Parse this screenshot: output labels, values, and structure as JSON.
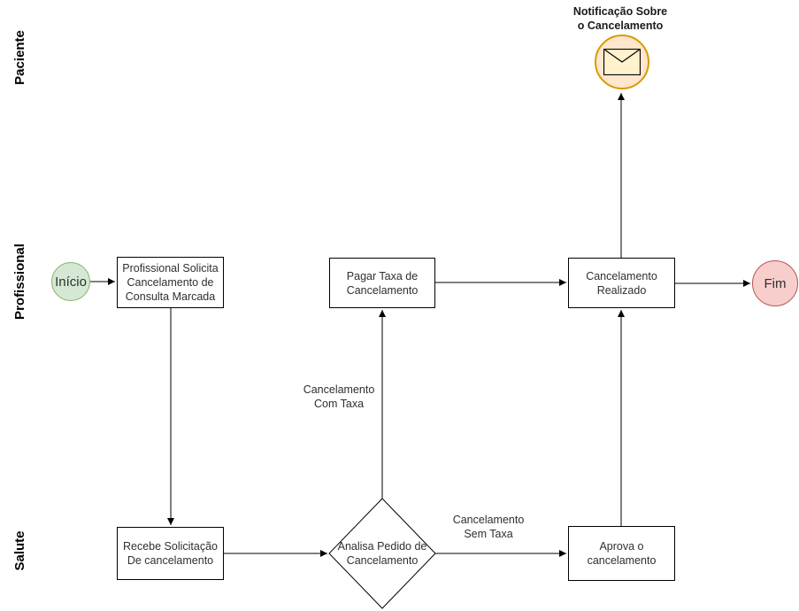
{
  "colors": {
    "background": "#ffffff",
    "shape_border": "#000000",
    "start_fill": "#d5e8d4",
    "start_stroke": "#82b366",
    "end_fill": "#f8cecc",
    "end_stroke": "#b85450",
    "message_fill": "#ffe6cc",
    "message_stroke": "#d79b00",
    "envelope_fill": "#fff2cc",
    "text": "#2f2f2f",
    "line": "#000000"
  },
  "lanes": [
    {
      "label": "Paciente"
    },
    {
      "label": "Profissional"
    },
    {
      "label": "Salute"
    }
  ],
  "nodes": {
    "start": {
      "type": "start-event",
      "label": "Início"
    },
    "request_cancellation": {
      "type": "task",
      "label": "Profissional Solicita\nCancelamento de\nConsulta Marcada"
    },
    "pay_fee": {
      "type": "task",
      "label": "Pagar Taxa de\nCancelamento"
    },
    "cancellation_done": {
      "type": "task",
      "label": "Cancelamento\nRealizado"
    },
    "end": {
      "type": "end-event",
      "label": "Fim"
    },
    "notification": {
      "type": "message-event",
      "label": "Notificação Sobre\no Cancelamento",
      "icon": "envelope-icon"
    },
    "receive_request": {
      "type": "task",
      "label": "Recebe Solicitação\nDe cancelamento"
    },
    "analyze_request": {
      "type": "decision",
      "label": "Analisa Pedido de\nCancelamento"
    },
    "approve": {
      "type": "task",
      "label": "Aprova o\ncancelamento"
    }
  },
  "edges": {
    "with_tax": {
      "label": "Cancelamento\nCom Taxa"
    },
    "without_tax": {
      "label": "Cancelamento\nSem Taxa"
    }
  }
}
